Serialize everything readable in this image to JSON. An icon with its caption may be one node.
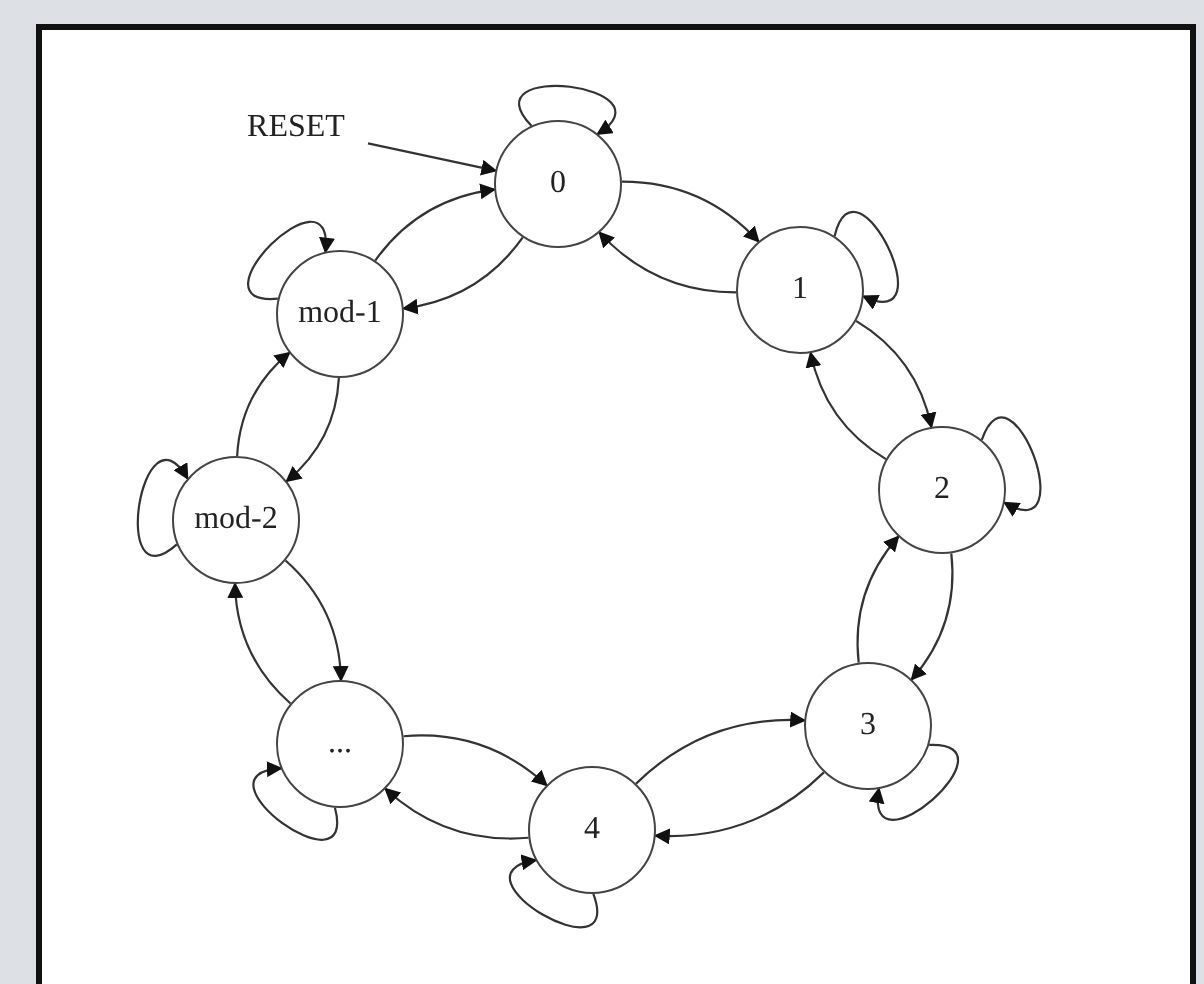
{
  "diagram": {
    "nodes": [
      {
        "text": [
          "0"
        ]
      },
      {
        "text": [
          "1"
        ]
      },
      {
        "text": [
          "2"
        ]
      },
      {
        "text": [
          "3"
        ]
      },
      {
        "text": [
          "4"
        ]
      },
      {
        "text": [
          "..."
        ]
      },
      {
        "text": [
          "mod-2"
        ]
      },
      {
        "text": [
          "mod-1"
        ]
      },
      {
        "text": [
          "RESET"
        ]
      }
    ],
    "edges": [
      {
        "from": 8,
        "to": 0,
        "arrow": "to"
      },
      {
        "from": 0,
        "to": 0,
        "arrow": "to"
      },
      {
        "from": 0,
        "to": 1,
        "arrow": "to"
      },
      {
        "from": 1,
        "to": 0,
        "arrow": "to"
      },
      {
        "from": 1,
        "to": 1,
        "arrow": "to"
      },
      {
        "from": 1,
        "to": 2,
        "arrow": "to"
      },
      {
        "from": 2,
        "to": 1,
        "arrow": "to"
      },
      {
        "from": 2,
        "to": 2,
        "arrow": "to"
      },
      {
        "from": 2,
        "to": 3,
        "arrow": "to"
      },
      {
        "from": 3,
        "to": 2,
        "arrow": "to"
      },
      {
        "from": 3,
        "to": 3,
        "arrow": "to"
      },
      {
        "from": 3,
        "to": 4,
        "arrow": "to"
      },
      {
        "from": 4,
        "to": 3,
        "arrow": "to"
      },
      {
        "from": 4,
        "to": 4,
        "arrow": "to"
      },
      {
        "from": 4,
        "to": 5,
        "arrow": "to"
      },
      {
        "from": 5,
        "to": 4,
        "arrow": "to"
      },
      {
        "from": 5,
        "to": 5,
        "arrow": "to"
      },
      {
        "from": 5,
        "to": 6,
        "arrow": "to"
      },
      {
        "from": 6,
        "to": 5,
        "arrow": "to"
      },
      {
        "from": 6,
        "to": 6,
        "arrow": "to"
      },
      {
        "from": 6,
        "to": 7,
        "arrow": "to"
      },
      {
        "from": 7,
        "to": 6,
        "arrow": "to"
      },
      {
        "from": 7,
        "to": 7,
        "arrow": "to"
      },
      {
        "from": 7,
        "to": 0,
        "arrow": "to"
      },
      {
        "from": 0,
        "to": 7,
        "arrow": "to"
      }
    ]
  }
}
